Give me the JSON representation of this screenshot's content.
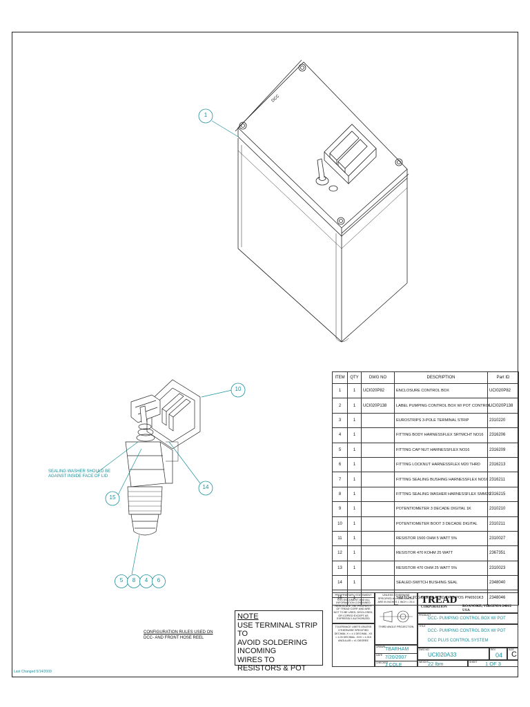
{
  "balloons": {
    "b1": "1",
    "b10": "10",
    "b14": "14",
    "b15": "15",
    "b5": "5",
    "b8": "8",
    "b4": "4",
    "b6": "6"
  },
  "lid_label": "DCC",
  "callouts": {
    "sealing_washer_line1": "SEALING WASHER SHOULD BE",
    "sealing_washer_line2": "AGAINST INSIDE FACE OF LID",
    "config_line1": "CONFIGURATION RULES USED ON",
    "config_line2": "DCC- AND FRONT HOSE REEL"
  },
  "note": {
    "heading": "NOTE",
    "line1": "USE TERMINAL STRIP TO",
    "line2": "AVOID SOLDERING INCOMING",
    "line3": "WIRES TO RESISTORS & POT"
  },
  "bom": {
    "headers": [
      "ITEM",
      "QTY",
      "DWG NO",
      "DESCRIPTION",
      "Part ID"
    ],
    "rows": [
      {
        "item": "1",
        "qty": "1",
        "dwg": "UCI020P82",
        "desc": "ENCLOSURE CONTROL BOX",
        "part": "UCI020P82"
      },
      {
        "item": "2",
        "qty": "1",
        "dwg": "UCI020P138",
        "desc": "LABEL PUMPING CONTROL BOX W/ POT CONTROL",
        "part": "UCI020P138"
      },
      {
        "item": "3",
        "qty": "1",
        "dwg": "",
        "desc": "EUROSTRIPS 3-POLE TERMINAL STRIP",
        "part": "2310220"
      },
      {
        "item": "4",
        "qty": "1",
        "dwg": "",
        "desc": "FITTING BODY HARNESSFLEX SRTMCHT NO16",
        "part": "2316206"
      },
      {
        "item": "5",
        "qty": "1",
        "dwg": "",
        "desc": "FITTING CAP NUT HARNESSFLEX NO16",
        "part": "2316209"
      },
      {
        "item": "6",
        "qty": "1",
        "dwg": "",
        "desc": "FITTING LOCKNUT HARNESSFLEX M20 THRD",
        "part": "2316213"
      },
      {
        "item": "7",
        "qty": "1",
        "dwg": "",
        "desc": "FITTING SEALING BUSHING HARNESSFLEX NO16",
        "part": "2316211"
      },
      {
        "item": "8",
        "qty": "1",
        "dwg": "",
        "desc": "FITTING SEALING WASHER HARNESSFLEX SMM20",
        "part": "2316215"
      },
      {
        "item": "9",
        "qty": "1",
        "dwg": "",
        "desc": "POTENTIOMETER 3 DECADE DIGITAL 1K",
        "part": "2310210"
      },
      {
        "item": "10",
        "qty": "1",
        "dwg": "",
        "desc": "POTENTIOMETER BOOT 3 DECADE DIGITAL",
        "part": "2310211"
      },
      {
        "item": "11",
        "qty": "1",
        "dwg": "",
        "desc": "RESISTOR 1500 OHM 5 WATT 5%",
        "part": "2310027"
      },
      {
        "item": "12",
        "qty": "1",
        "dwg": "",
        "desc": "RESISTOR 470 KOHM 25 WATT",
        "part": "2367351"
      },
      {
        "item": "13",
        "qty": "1",
        "dwg": "",
        "desc": "RESISTOR 470 OHM 25 WATT 5%",
        "part": "2310023"
      },
      {
        "item": "14",
        "qty": "1",
        "dwg": "",
        "desc": "SEALED-SWITCH BUSHING SEAL",
        "part": "2348040"
      },
      {
        "item": "15",
        "qty": "1",
        "dwg": "",
        "desc": "SWITCH TOGGLE SEALED DP 3-POS PN6501K3",
        "part": "2348046"
      }
    ]
  },
  "title_block": {
    "proprietary_heading": "PROPRIETARY STATEMENT",
    "proprietary_text": "THIS DOCUMENT AND ALL INFORMATION CONTAINED HEREIN ARE THE PROPERTY OF TREAD CORP. AND ARE NOT TO BE USED, DISCLOSED, OR COPIED EXCEPT AS EXPRESSLY AUTHORIZED",
    "units_text": "UNLESS OTHERWISE SPECIFIED ALL DIMENSIONS ARE IN INCHES 1 INCH = 25.4 mm",
    "projection": "THIRD ANGLE PROJECTION",
    "tolerance_text": "TOLERANCE LIMITS UNLESS OTHERWISE SPECIFIED DECIMAL X = ±.1 DECIMAL .XX = ±.03 DECIMAL .XXX = ±.010 ANGULAR = ±1 DEGREE",
    "company": "TREAD",
    "company_sub": "CORPORATION",
    "address": "ROANOKE, VIRGINIA 24012 USA",
    "product_label": "PRODUCT",
    "product": "DCC- PUMPING CONTROL BOX W/ POT",
    "title_label": "TITLE",
    "title1": "DCC- PUMPING CONTROL BOX W/ POT",
    "title2": "DCC PLUS CONTROL SYSTEM",
    "drawn_label": "DRAWN",
    "drawn": "TBARHAM",
    "date_label": "DATE",
    "date": "7/20/2007",
    "checked_label": "CHECKED",
    "checked": "J COLE",
    "dwg_no_label": "DWG NO",
    "dwg_no": "UCI020A33",
    "rev_label": "REV",
    "rev": "04",
    "size_label": "SIZE",
    "size": "C",
    "weight_label": "WEIGHT",
    "weight": "22 lbm",
    "sheet_label": "SHEET",
    "sheet": "1 OF 3"
  },
  "footer": "Last Changed 5/14/2009"
}
